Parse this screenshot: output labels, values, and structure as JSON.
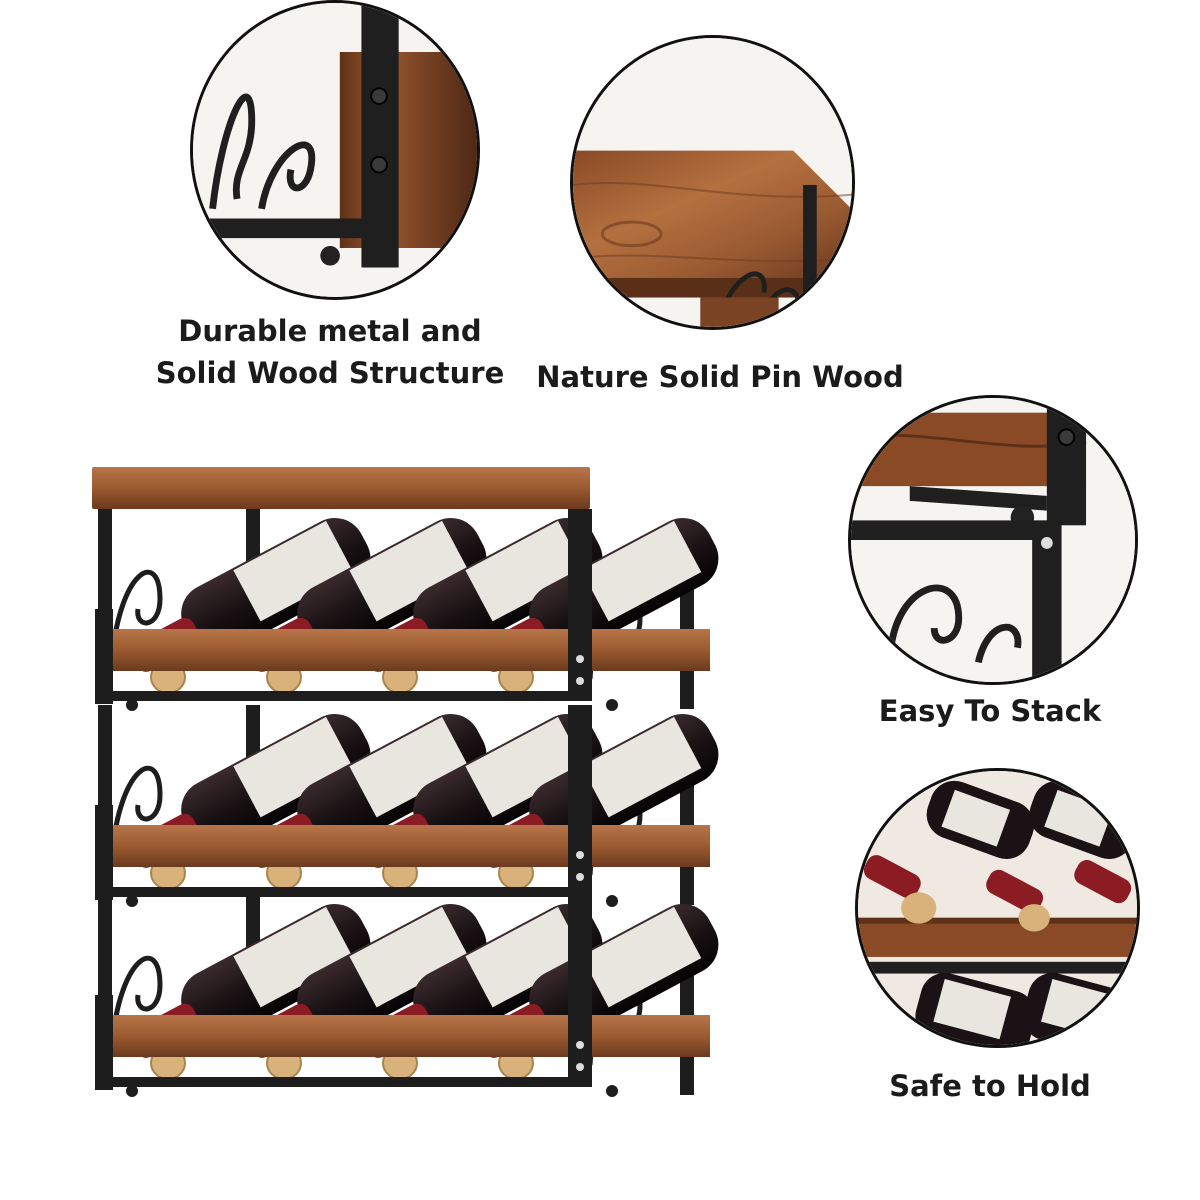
{
  "features": {
    "structure": {
      "line1": "Durable metal and",
      "line2": "Solid Wood Structure"
    },
    "wood": {
      "label": "Nature Solid Pin Wood"
    },
    "stack": {
      "label": "Easy To Stack"
    },
    "hold": {
      "label": "Safe to Hold"
    }
  },
  "product": {
    "tiers": 3,
    "bottles_per_tier": 4
  },
  "colors": {
    "wood_dark": "#6b3a1f",
    "wood_mid": "#9b5a30",
    "wood_light": "#b8754a",
    "metal": "#1d1d1d",
    "bottle": "#1a1214",
    "capsule": "#8b1c24",
    "cork": "#d8b27a",
    "label": "#e9e6df"
  }
}
